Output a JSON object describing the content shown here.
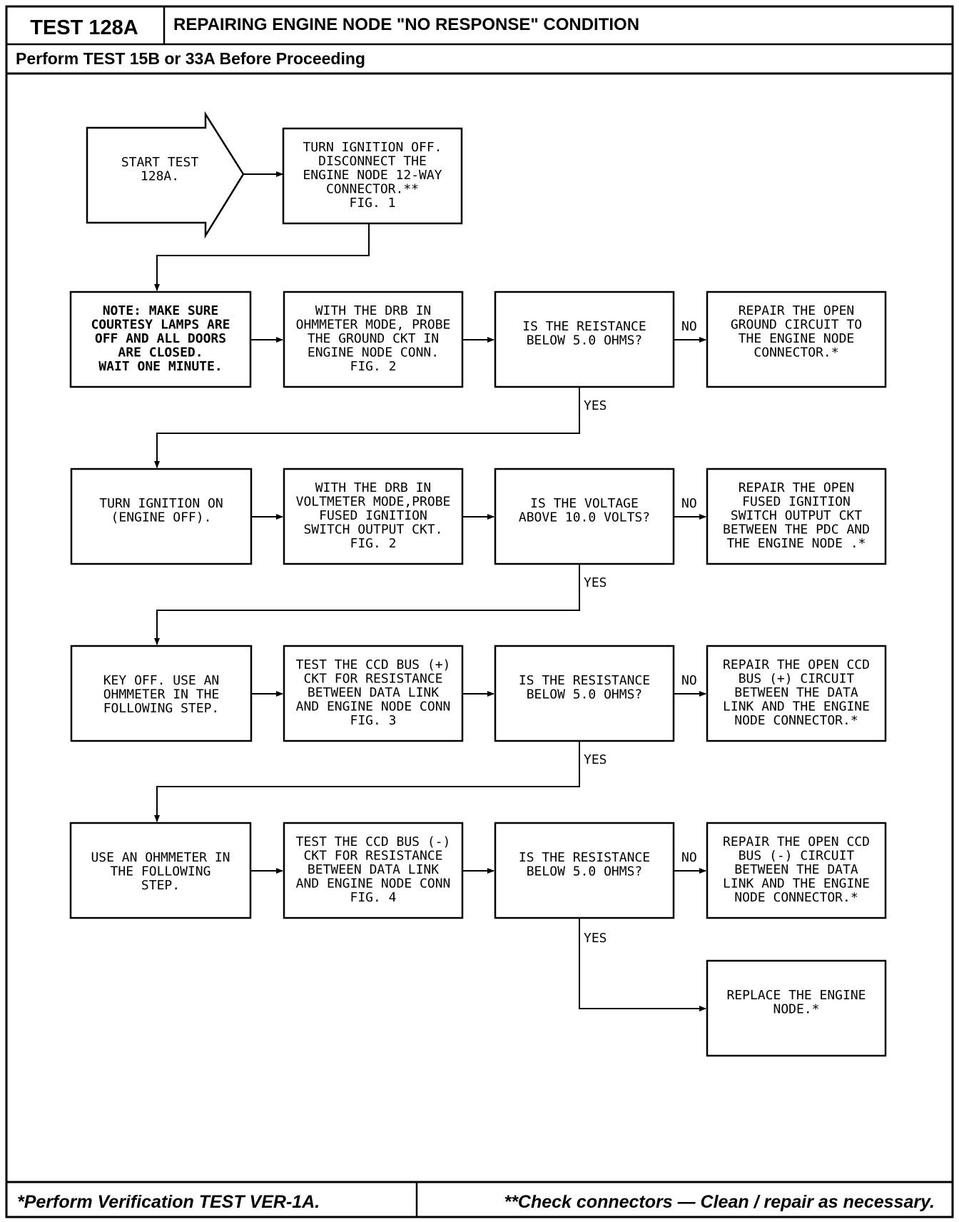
{
  "header": {
    "test_id": "TEST 128A",
    "title": "REPAIRING ENGINE NODE \"NO RESPONSE\" CONDITION",
    "prerequisite": "Perform TEST 15B or 33A Before Proceeding"
  },
  "footer": {
    "left_note": "*Perform Verification TEST VER-1A.",
    "right_note": "**Check connectors — Clean / repair as necessary."
  },
  "flowchart": {
    "start": [
      "START TEST",
      "128A."
    ],
    "step1": [
      "TURN IGNITION OFF.",
      "DISCONNECT THE",
      "ENGINE NODE 12-WAY",
      "CONNECTOR.**",
      "FIG. 1"
    ],
    "note": [
      "NOTE: MAKE SURE",
      "COURTESY LAMPS ARE",
      "OFF AND ALL DOORS",
      "ARE CLOSED.",
      "WAIT ONE MINUTE."
    ],
    "probe_ground": [
      "WITH THE DRB IN",
      "OHMMETER MODE, PROBE",
      "THE GROUND CKT IN",
      "ENGINE NODE CONN.",
      "FIG. 2"
    ],
    "q_ground": [
      "IS THE REISTANCE",
      "BELOW 5.0 OHMS?"
    ],
    "fix_ground": [
      "REPAIR THE OPEN",
      "GROUND CIRCUIT TO",
      "THE ENGINE NODE",
      "CONNECTOR.*"
    ],
    "ign_on": [
      "TURN IGNITION ON",
      "(ENGINE OFF)."
    ],
    "probe_volt": [
      "WITH THE DRB IN",
      "VOLTMETER MODE,PROBE",
      "FUSED IGNITION",
      "SWITCH OUTPUT CKT.",
      "FIG. 2"
    ],
    "q_volt": [
      "IS THE VOLTAGE",
      "ABOVE 10.0 VOLTS?"
    ],
    "fix_volt": [
      "REPAIR THE OPEN",
      "FUSED IGNITION",
      "SWITCH OUTPUT CKT",
      "BETWEEN THE PDC AND",
      "THE ENGINE NODE .*"
    ],
    "key_off": [
      "KEY OFF. USE AN",
      "OHMMETER IN THE",
      "FOLLOWING STEP."
    ],
    "test_plus": [
      "TEST THE CCD BUS (+)",
      "CKT FOR RESISTANCE",
      "BETWEEN DATA LINK",
      "AND ENGINE NODE CONN",
      "FIG. 3"
    ],
    "q_plus": [
      "IS THE RESISTANCE",
      "BELOW 5.0 OHMS?"
    ],
    "fix_plus": [
      "REPAIR THE OPEN CCD",
      "BUS (+) CIRCUIT",
      "BETWEEN THE DATA",
      "LINK AND THE ENGINE",
      "NODE CONNECTOR.*"
    ],
    "use_ohm": [
      "USE AN OHMMETER IN",
      "THE FOLLOWING",
      "STEP."
    ],
    "test_minus": [
      "TEST THE CCD BUS (-)",
      "CKT FOR RESISTANCE",
      "BETWEEN DATA LINK",
      "AND ENGINE NODE CONN",
      "FIG. 4"
    ],
    "q_minus": [
      "IS THE RESISTANCE",
      "BELOW 5.0 OHMS?"
    ],
    "fix_minus": [
      "REPAIR THE OPEN CCD",
      "BUS (-) CIRCUIT",
      "BETWEEN THE DATA",
      "LINK AND THE ENGINE",
      "NODE CONNECTOR.*"
    ],
    "replace": [
      "REPLACE THE ENGINE",
      "NODE.*"
    ],
    "label_no": "NO",
    "label_yes": "YES"
  }
}
